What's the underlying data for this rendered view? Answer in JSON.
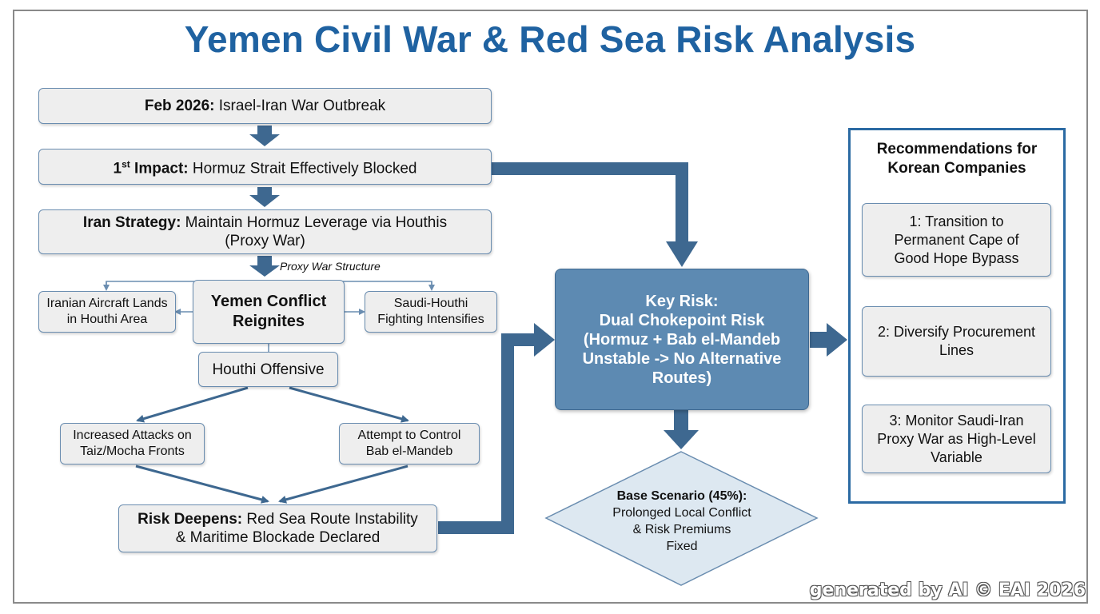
{
  "title": "Yemen Civil War & Red Sea Risk Analysis",
  "flow": {
    "feb2026": {
      "bold": "Feb 2026:",
      "text": " Israel-Iran War Outbreak"
    },
    "first_impact": {
      "bold_pre": "1",
      "sup": "st",
      "bold_post": " Impact:",
      "text": " Hormuz Strait Effectively Blocked"
    },
    "iran_strategy": {
      "bold": "Iran Strategy:",
      "text": " Maintain Hormuz Leverage via Houthis",
      "line2": "(Proxy War)"
    },
    "proxy_label": "Proxy War Structure",
    "iranian_aircraft": {
      "line1": "Iranian Aircraft Lands",
      "line2": "in Houthi Area"
    },
    "yemen_conflict": {
      "line1": "Yemen Conflict",
      "line2": "Reignites"
    },
    "saudi_houthi": {
      "line1": "Saudi-Houthi",
      "line2": "Fighting Intensifies"
    },
    "houthi_offensive": "Houthi Offensive",
    "taiz": {
      "line1": "Increased Attacks on",
      "line2": "Taiz/Mocha Fronts"
    },
    "bab_control": {
      "line1": "Attempt to Control",
      "line2": "Bab el-Mandeb"
    },
    "risk_deepens": {
      "bold": "Risk Deepens:",
      "text": " Red Sea Route Instability",
      "line2": "& Maritime Blockade Declared"
    }
  },
  "key_risk": {
    "lines": [
      "Key Risk:",
      "Dual Chokepoint Risk",
      "(Hormuz + Bab el-Mandeb",
      "Unstable -> No Alternative",
      "Routes)"
    ]
  },
  "base_scenario": {
    "bold": "Base Scenario (45%):",
    "lines": [
      "Prolonged Local Conflict",
      "& Risk Premiums",
      "Fixed"
    ]
  },
  "recommendations": {
    "title_line1": "Recommendations for",
    "title_line2": "Korean Companies",
    "items": [
      {
        "line1": "1: Transition to",
        "line2": "Permanent Cape of",
        "line3": "Good Hope Bypass"
      },
      {
        "line1": "2: Diversify Procurement",
        "line2": "Lines"
      },
      {
        "line1": "3: Monitor Saudi-Iran",
        "line2": "Proxy War as High-Level",
        "line3": "Variable"
      }
    ]
  },
  "watermark": "generated by AI © EAI 2026",
  "colors": {
    "title": "#1f62a1",
    "arrow": "#3e6890",
    "key_risk_fill": "#5d8ab2",
    "diamond_fill": "#dde8f1",
    "panel_border": "#2b6aa3"
  }
}
